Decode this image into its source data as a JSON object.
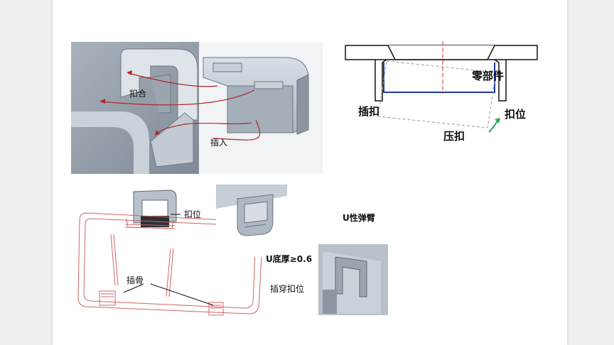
{
  "fig1": {
    "label_kouhe": "扣合",
    "label_charu": "插入"
  },
  "fig2": {
    "label_part": "零部件",
    "label_chakou": "插扣",
    "label_kouwei": "扣位",
    "label_yakou": "压扣"
  },
  "fig3": {
    "label_kouwei": "扣位",
    "label_chagu": "插骨"
  },
  "fig4": {
    "label_uarm": "U性弹臂",
    "label_ubase": "U底厚≥0.6",
    "label_chuan": "插穿扣位"
  }
}
